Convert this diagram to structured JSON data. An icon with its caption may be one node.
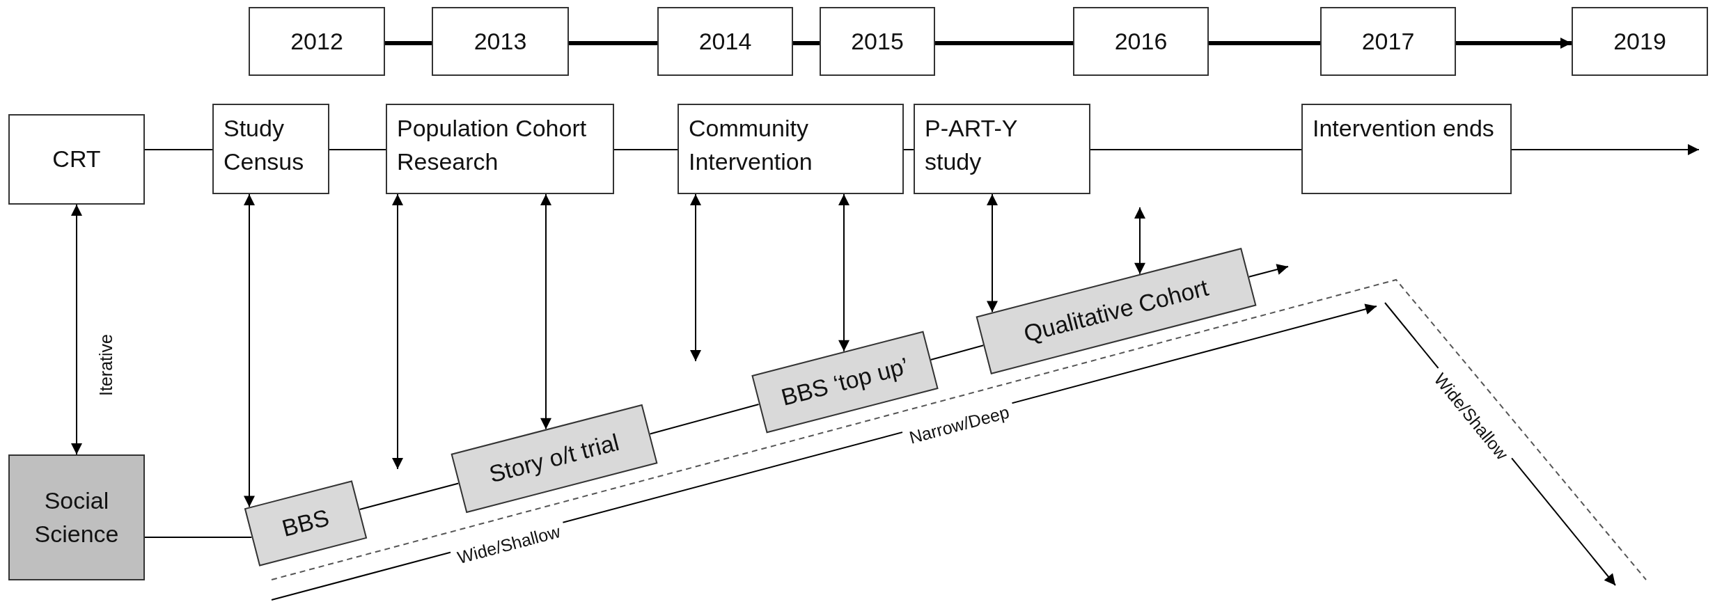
{
  "diagram": {
    "nodes": [
      {
        "text": [
          "2012"
        ]
      },
      {
        "text": [
          "2013"
        ]
      },
      {
        "text": [
          "2014"
        ]
      },
      {
        "text": [
          "2015"
        ]
      },
      {
        "text": [
          "2016"
        ]
      },
      {
        "text": [
          "2017"
        ]
      },
      {
        "text": [
          "2019"
        ]
      },
      {
        "text": [
          "CRT"
        ]
      },
      {
        "text": [
          "Study Census"
        ]
      },
      {
        "text": [
          "Population Cohort Research"
        ]
      },
      {
        "text": [
          "Community Intervention"
        ]
      },
      {
        "text": [
          "P-ART-Y study"
        ]
      },
      {
        "text": [
          "Intervention ends"
        ]
      },
      {
        "text": [
          "Social Science"
        ]
      },
      {
        "text": [
          "BBS"
        ]
      },
      {
        "text": [
          "Story o/t trial"
        ]
      },
      {
        "text": [
          "BBS ‘top up’"
        ]
      },
      {
        "text": [
          "Qualitative Cohort"
        ]
      }
    ],
    "edges": [
      {
        "from": 0,
        "to": 1,
        "arrow": "none",
        "style": "thick"
      },
      {
        "from": 1,
        "to": 2,
        "arrow": "none",
        "style": "thick"
      },
      {
        "from": 2,
        "to": 3,
        "arrow": "none",
        "style": "thick"
      },
      {
        "from": 3,
        "to": 4,
        "arrow": "none",
        "style": "thick"
      },
      {
        "from": 4,
        "to": 5,
        "arrow": "none",
        "style": "thick"
      },
      {
        "from": 5,
        "to": 6,
        "arrow": "to",
        "style": "thick"
      },
      {
        "from": 7,
        "to": 8,
        "arrow": "none"
      },
      {
        "from": 8,
        "to": 9,
        "arrow": "none"
      },
      {
        "from": 9,
        "to": 10,
        "arrow": "none"
      },
      {
        "from": 10,
        "to": 11,
        "arrow": "none"
      },
      {
        "from": 11,
        "to": 12,
        "arrow": "none"
      },
      {
        "from": 12,
        "to": null,
        "arrow": "to"
      },
      {
        "from": 13,
        "to": 14,
        "arrow": "none"
      },
      {
        "from": 14,
        "to": 15,
        "arrow": "none"
      },
      {
        "from": 15,
        "to": 16,
        "arrow": "none"
      },
      {
        "from": 16,
        "to": 17,
        "arrow": "none"
      },
      {
        "from": 17,
        "to": null,
        "arrow": "to"
      },
      {
        "from": 7,
        "to": 13,
        "arrow": "both",
        "label": "Iterative"
      },
      {
        "from": 8,
        "to": 14,
        "arrow": "both"
      },
      {
        "from": 9,
        "to": 14,
        "arrow": "both"
      },
      {
        "from": 9,
        "to": 15,
        "arrow": "both"
      },
      {
        "from": 10,
        "to": null,
        "arrow": "both"
      },
      {
        "from": 10,
        "to": 16,
        "arrow": "both"
      },
      {
        "from": 11,
        "to": 17,
        "arrow": "both"
      },
      {
        "from": null,
        "to": 17,
        "arrow": "both"
      }
    ],
    "labels": [
      "Wide/Shallow",
      "Narrow/Deep",
      "Wide/Shallow"
    ]
  }
}
